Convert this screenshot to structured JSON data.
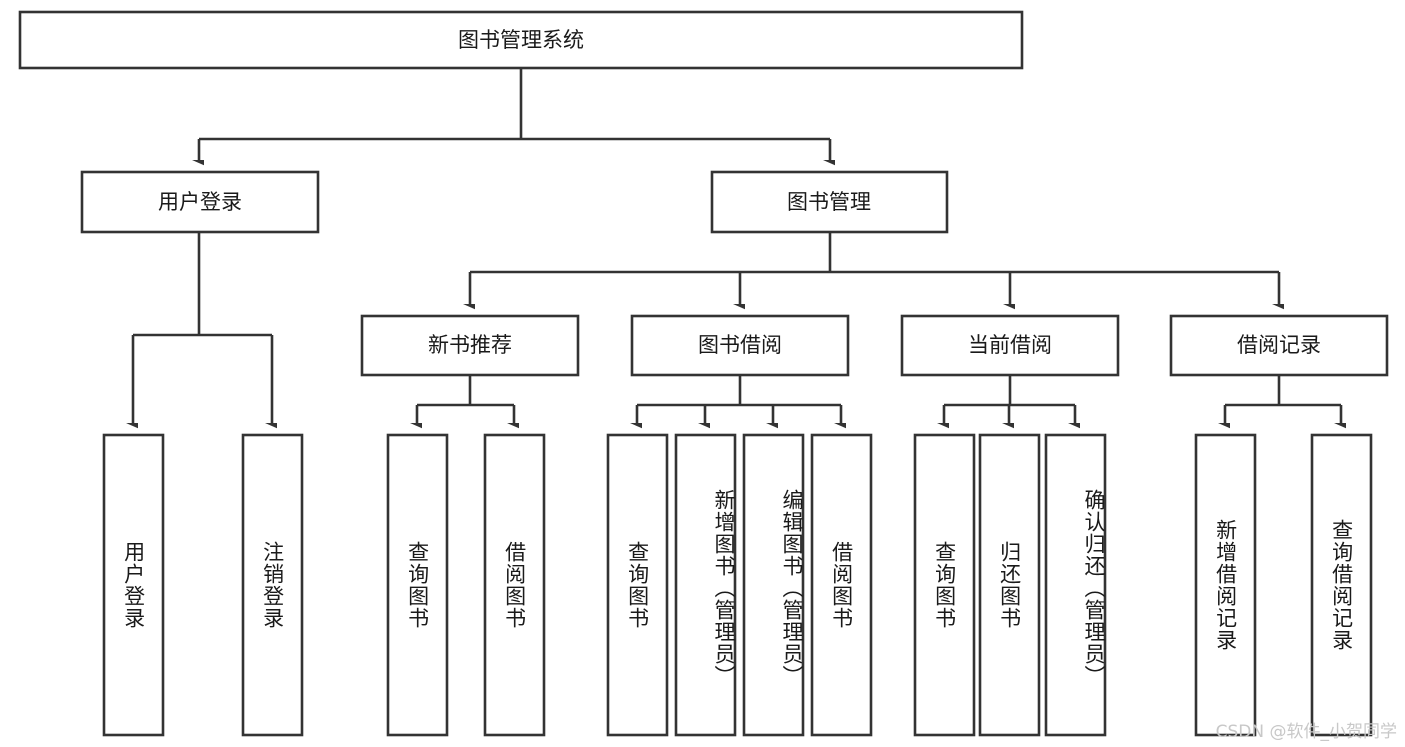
{
  "diagram": {
    "type": "tree-hierarchy",
    "title_node": "图书管理系统",
    "watermark": "CSDN @软件_小贺同学",
    "colors": {
      "box_stroke": "#333333",
      "box_fill": "#ffffff",
      "text": "#1a1a1a",
      "background": "#ffffff",
      "watermark": "#c8c8c8"
    },
    "root": {
      "label": "图书管理系统"
    },
    "level2": [
      {
        "label": "用户登录"
      },
      {
        "label": "图书管理"
      }
    ],
    "level3": [
      {
        "label": "新书推荐"
      },
      {
        "label": "图书借阅"
      },
      {
        "label": "当前借阅"
      },
      {
        "label": "借阅记录"
      }
    ],
    "leaves": {
      "user_login": [
        {
          "label": "用户登录"
        },
        {
          "label": "注销登录"
        }
      ],
      "new_book_recommend": [
        {
          "label": "查询图书"
        },
        {
          "label": "借阅图书"
        }
      ],
      "book_borrow": [
        {
          "label": "查询图书"
        },
        {
          "label": "新增图书（管理员）"
        },
        {
          "label": "编辑图书（管理员）"
        },
        {
          "label": "借阅图书"
        }
      ],
      "current_borrow": [
        {
          "label": "查询图书"
        },
        {
          "label": "归还图书"
        },
        {
          "label": "确认归还（管理员）"
        }
      ],
      "borrow_record": [
        {
          "label": "新增借阅记录"
        },
        {
          "label": "查询借阅记录"
        }
      ]
    }
  }
}
